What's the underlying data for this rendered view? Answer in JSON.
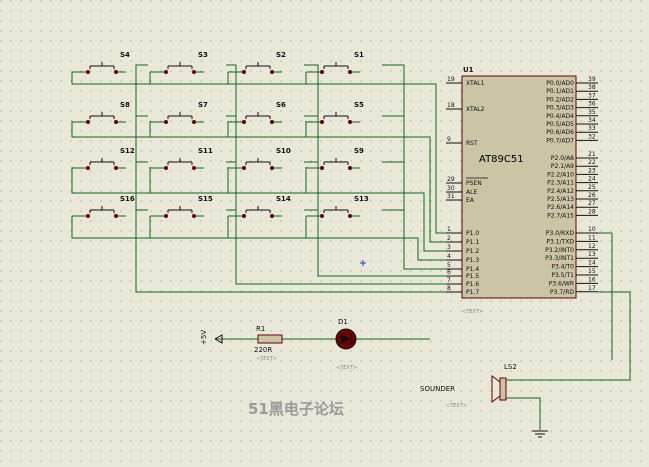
{
  "watermark": "51黑电子论坛",
  "colors": {
    "background": "#e9e8d8",
    "wire": "#0b6b1c",
    "component": "#6b0000",
    "chip_fill": "#c9c5a5",
    "text": "#111111",
    "grid_dot": "#9a9a8a"
  },
  "switches": [
    {
      "ref": "S4"
    },
    {
      "ref": "S3"
    },
    {
      "ref": "S2"
    },
    {
      "ref": "S1"
    },
    {
      "ref": "S8"
    },
    {
      "ref": "S7"
    },
    {
      "ref": "S6"
    },
    {
      "ref": "S5"
    },
    {
      "ref": "S12"
    },
    {
      "ref": "S11"
    },
    {
      "ref": "S10"
    },
    {
      "ref": "S9"
    },
    {
      "ref": "S16"
    },
    {
      "ref": "S15"
    },
    {
      "ref": "S14"
    },
    {
      "ref": "S13"
    }
  ],
  "mcu": {
    "ref": "U1",
    "part": "AT89C51",
    "ghost_text": "<TEXT>",
    "left_pins": [
      {
        "num": "19",
        "name": "XTAL1"
      },
      {
        "num": "18",
        "name": "XTAL2"
      },
      {
        "num": "9",
        "name": "RST"
      },
      {
        "num": "29",
        "name": "PSEN"
      },
      {
        "num": "30",
        "name": "ALE"
      },
      {
        "num": "31",
        "name": "EA"
      },
      {
        "num": "1",
        "name": "P1.0"
      },
      {
        "num": "2",
        "name": "P1.1"
      },
      {
        "num": "3",
        "name": "P1.2"
      },
      {
        "num": "4",
        "name": "P1.3"
      },
      {
        "num": "5",
        "name": "P1.4"
      },
      {
        "num": "6",
        "name": "P1.5"
      },
      {
        "num": "7",
        "name": "P1.6"
      },
      {
        "num": "8",
        "name": "P1.7"
      }
    ],
    "right_pins_top": [
      {
        "num": "39",
        "name": "P0.0/AD0"
      },
      {
        "num": "38",
        "name": "P0.1/AD1"
      },
      {
        "num": "37",
        "name": "P0.2/AD2"
      },
      {
        "num": "36",
        "name": "P0.3/AD3"
      },
      {
        "num": "35",
        "name": "P0.4/AD4"
      },
      {
        "num": "34",
        "name": "P0.5/AD5"
      },
      {
        "num": "33",
        "name": "P0.6/AD6"
      },
      {
        "num": "32",
        "name": "P0.7/AD7"
      }
    ],
    "right_pins_mid": [
      {
        "num": "21",
        "name": "P2.0/A8"
      },
      {
        "num": "22",
        "name": "P2.1/A9"
      },
      {
        "num": "23",
        "name": "P2.2/A10"
      },
      {
        "num": "24",
        "name": "P2.3/A11"
      },
      {
        "num": "25",
        "name": "P2.4/A12"
      },
      {
        "num": "26",
        "name": "P2.5/A13"
      },
      {
        "num": "27",
        "name": "P2.6/A14"
      },
      {
        "num": "28",
        "name": "P2.7/A15"
      }
    ],
    "right_pins_bottom": [
      {
        "num": "10",
        "name": "P3.0/RXD"
      },
      {
        "num": "11",
        "name": "P3.1/TXD"
      },
      {
        "num": "12",
        "name": "P3.2/INT0"
      },
      {
        "num": "13",
        "name": "P3.3/INT1"
      },
      {
        "num": "14",
        "name": "P3.4/T0"
      },
      {
        "num": "15",
        "name": "P3.5/T1"
      },
      {
        "num": "16",
        "name": "P3.6/WR"
      },
      {
        "num": "17",
        "name": "P3.7/RD"
      }
    ]
  },
  "power": {
    "label": "+5V"
  },
  "resistor": {
    "ref": "R1",
    "value": "220R",
    "ghost_text": "<TEXT>"
  },
  "led": {
    "ref": "D1",
    "ghost_text": "<TEXT>"
  },
  "speaker": {
    "ref": "LS2",
    "part": "SOUNDER",
    "ghost_text": "<TEXT>"
  }
}
